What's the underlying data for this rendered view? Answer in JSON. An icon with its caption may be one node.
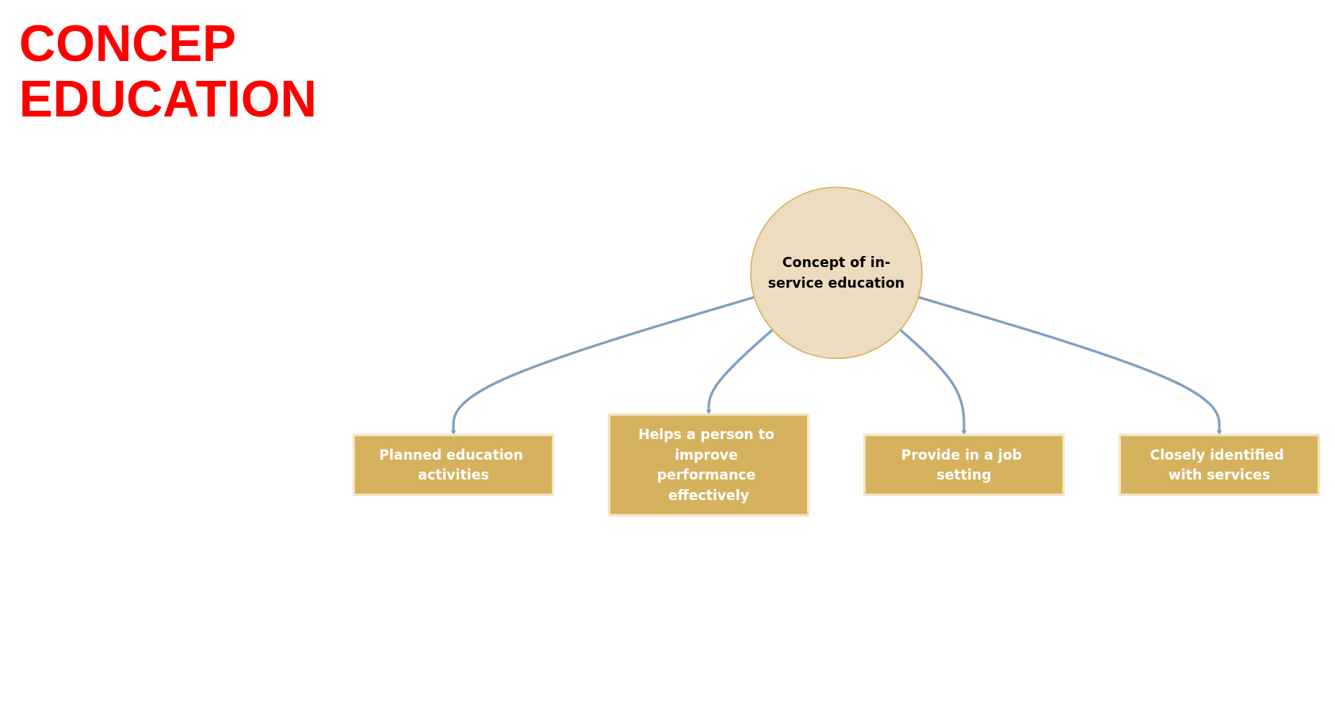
{
  "diagram": {
    "title": "CONCEP EDUCATION",
    "nodes": [
      {
        "text": [
          "Planned education activities"
        ]
      },
      {
        "text": [
          "Helps a person to improve performance effectively"
        ]
      },
      {
        "text": [
          "Concept of in-service education"
        ]
      },
      {
        "text": [
          "Provide in a job setting"
        ]
      },
      {
        "text": [
          "Closely identified with services"
        ]
      }
    ],
    "edges": [
      {
        "from": 2,
        "to": 0,
        "arrow": "to"
      },
      {
        "from": 2,
        "to": 1,
        "arrow": "to"
      },
      {
        "from": 2,
        "to": 3,
        "arrow": "to"
      },
      {
        "from": 2,
        "to": 4,
        "arrow": "to"
      }
    ]
  }
}
